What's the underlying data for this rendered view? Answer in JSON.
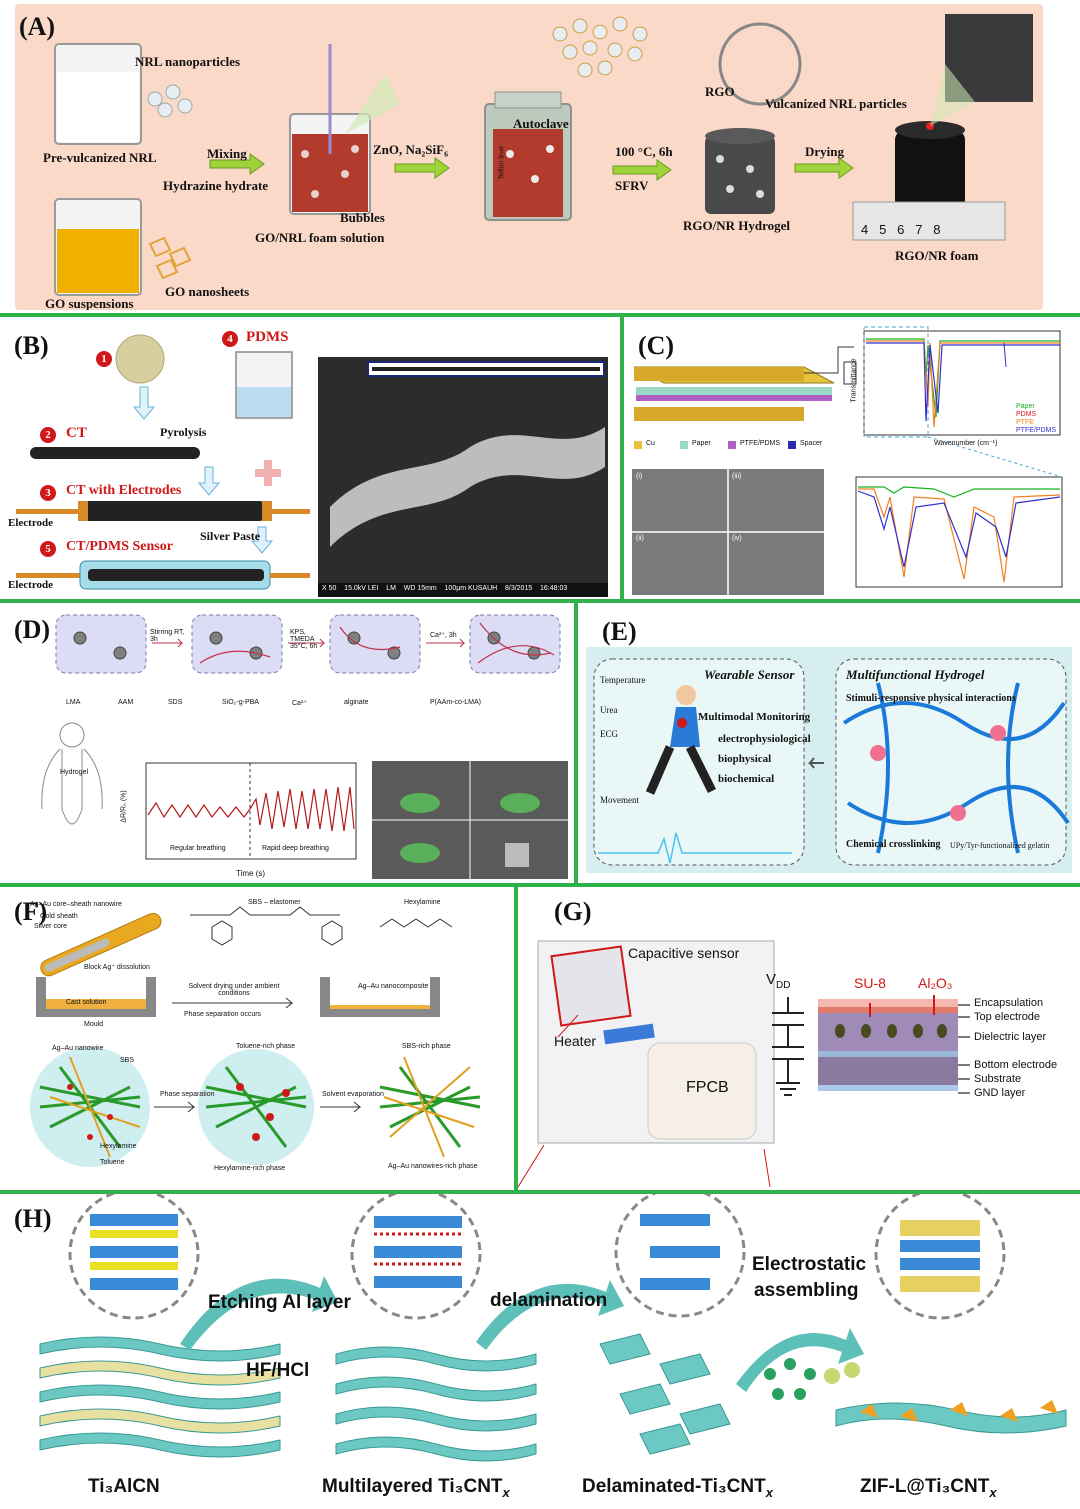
{
  "colors": {
    "separator": "#2fb24a",
    "panel_a_bg": "#fbd9c8",
    "panel_e_bg": "#d6eef0",
    "hydrogel_red": "#9a2a22",
    "mxene_teal": "#6cc8c2"
  },
  "panel_a": {
    "label": "(A)",
    "nrl_nanoparticles": "NRL nanoparticles",
    "pre_vulcanized_nrl": "Pre-vulcanized NRL",
    "mixing": "Mixing",
    "hydrazine": "Hydrazine hydrate",
    "bubbles": "Bubbles",
    "foam_solution": "GO/NRL foam solution",
    "zno": "ZnO, Na₂SiF₆",
    "autoclave": "Autoclave",
    "teflon": "Teflon liner",
    "conditions": "100 °C, 6h",
    "sfrv": "SFRV",
    "rgo": "RGO",
    "vulcanized": "Vulcanized NRL particles",
    "hydrogel": "RGO/NR Hydrogel",
    "drying": "Drying",
    "ruler": "4   5   6   7   8",
    "foam": "RGO/NR foam",
    "go_suspensions": "GO suspensions",
    "go_nanosheets": "GO nanosheets"
  },
  "panel_b": {
    "label": "(B)",
    "n1": "1",
    "n2": "2",
    "n3": "3",
    "n4": "4",
    "n5": "5",
    "pdms": "PDMS",
    "pyrolysis": "Pyrolysis",
    "ct": "CT",
    "ct_electrodes": "CT with Electrodes",
    "silver_paste": "Silver Paste",
    "sensor": "CT/PDMS Sensor",
    "electrode_top": "Electrode",
    "electrode_bottom": "Electrode",
    "sem_footer": "X 50    15.0kV LEI    LM    WD 15mm    100μm KUSAUH    8/3/2015    16:48:03"
  },
  "panel_c": {
    "label": "(C)",
    "legend_device": [
      "Cu",
      "Paper",
      "PTFE/PDMS",
      "Spacer"
    ],
    "legend_ftir": [
      "Paper",
      "PDMS",
      "PTFE",
      "PTFE/PDMS"
    ],
    "ylabel": "Transmittance",
    "xlabel": "Wavenumber (cm⁻¹)",
    "sem_labels": [
      "(i)",
      "(ii)",
      "(iii)",
      "(iv)"
    ]
  },
  "panel_d": {
    "label": "(D)",
    "step1": "Stirring RT, 3h",
    "step2": "KPS, TMEDA 35°C, 6h",
    "step3": "Ca²⁺, 3h",
    "legend": [
      "LMA",
      "AAM",
      "SDS",
      "SiO₂-g-PBA",
      "Ca²⁺",
      "alginate",
      "P(AAm-co-LMA)"
    ],
    "ylabel": "ΔR/R₀ (%)",
    "xlabel": "Time (s)",
    "regular": "Regular breathing",
    "rapid": "Rapid deep breathing",
    "body_label": "Hydrogel"
  },
  "panel_e": {
    "label": "(E)",
    "wearable": "Wearable Sensor",
    "temperature": "Temperature",
    "urea": "Urea",
    "ecg": "ECG",
    "movement": "Movement",
    "multimodal": "Multimodal Monitoring",
    "items": [
      "electrophysiological",
      "biophysical",
      "biochemical"
    ],
    "hydrogel_title": "Multifunctional Hydrogel",
    "stimuli": "Stimuli-responsive physical interactions",
    "chemical": "Chemical crosslinking",
    "ufy": "UPy/Tyr-functionalized gelatin"
  },
  "panel_f": {
    "label": "(F)",
    "nanowire": "Ag–Au core–sheath nanowire",
    "gold_sheath": "Gold sheath",
    "silver_core": "Silver core",
    "block": "Block Ag⁺ dissolution",
    "sbs": "SBS – elastomer",
    "hexylamine": "Hexylamine",
    "cast": "Cast solution",
    "mould": "Mould",
    "drying": "Solvent drying under ambient conditions",
    "separation": "Phase separation occurs",
    "nanocomposite": "Ag–Au nanocomposite",
    "f_nanowire": "Ag–Au nanowire",
    "f_sbs": "SBS",
    "toluene_rich": "Toluene-rich phase",
    "phase_sep": "Phase separation",
    "solvent_evap": "Solvent evaporation",
    "sbs_rich": "SBS-rich phase",
    "f_hexylamine": "Hexylamine",
    "toluene": "Toluene",
    "hexylamine_rich": "Hexylamine-rich phase",
    "nanowire_rich": "Ag–Au nanowires-rich phase"
  },
  "panel_g": {
    "label": "(G)",
    "capacitive": "Capacitive sensor",
    "heater": "Heater",
    "fpcb": "FPCB",
    "vdd": "V",
    "vdd_sub": "DD",
    "su8": "SU-8",
    "al2o3": "Al₂O₃",
    "layers": [
      "Encapsulation",
      "Top electrode",
      "Dielectric layer",
      "Bottom electrode",
      "Substrate",
      "GND layer"
    ]
  },
  "panel_h": {
    "label": "(H)",
    "etching": "Etching Al layer",
    "hf": "HF/HCl",
    "delamination": "delamination",
    "electrostatic": "Electrostatic",
    "assembling": "assembling",
    "names": [
      "Ti₃AlCN",
      "Multilayered Ti₃CNT",
      "Delaminated-Ti₃CNT",
      "ZIF-L@Ti₃CNT"
    ],
    "x_sub": "x"
  }
}
